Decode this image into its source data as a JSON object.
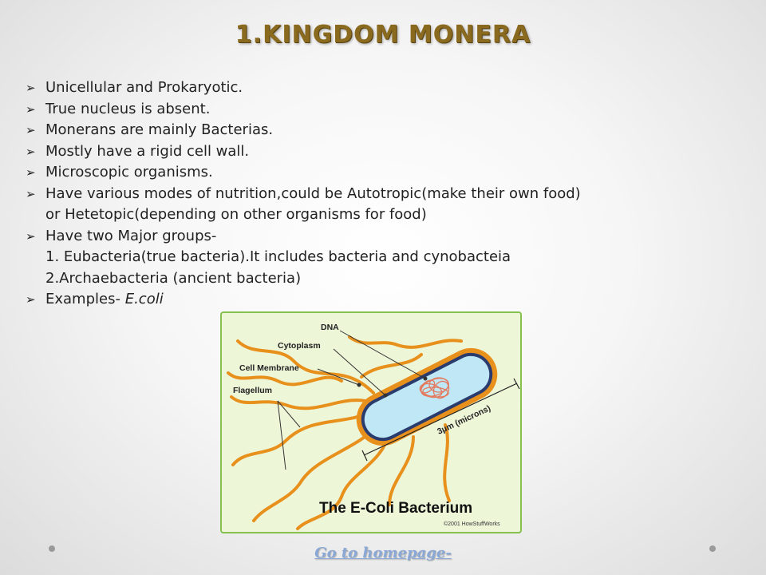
{
  "slide": {
    "title": "1.KINGDOM MONERA",
    "bullets": [
      "Unicellular and Prokaryotic.",
      "True nucleus is absent.",
      "Monerans are mainly Bacterias.",
      "Mostly have a rigid cell wall.",
      "Microscopic organisms."
    ],
    "nutrition": {
      "line1": "Have various modes of nutrition,could be Autotropic(make their own food)",
      "line2": "or Hetetopic(depending on other organisms for food)"
    },
    "groups": {
      "heading": "Have two Major groups-",
      "item1": "1. Eubacteria(true bacteria).It includes bacteria and cynobacteia",
      "item2": "2.Archaebacteria (ancient bacteria)"
    },
    "examples": {
      "label": "Examples-",
      "value": "E.coli"
    },
    "bullet_glyph": "➢"
  },
  "figure": {
    "labels": {
      "dna": "DNA",
      "cytoplasm": "Cytoplasm",
      "cell_membrane": "Cell Membrane",
      "flagellum": "Flagellum",
      "scale": "3μm (microns)"
    },
    "caption": "The E-Coli Bacterium",
    "credit": "©2001 HowStuffWorks"
  },
  "footer": {
    "link": "Go to homepage-"
  },
  "colors": {
    "title": "#8a6a1e",
    "flagella": "#e8901c",
    "figure_border": "#86c150",
    "cell_fill": "#bfe7f5",
    "link": "#8aa8d6"
  }
}
